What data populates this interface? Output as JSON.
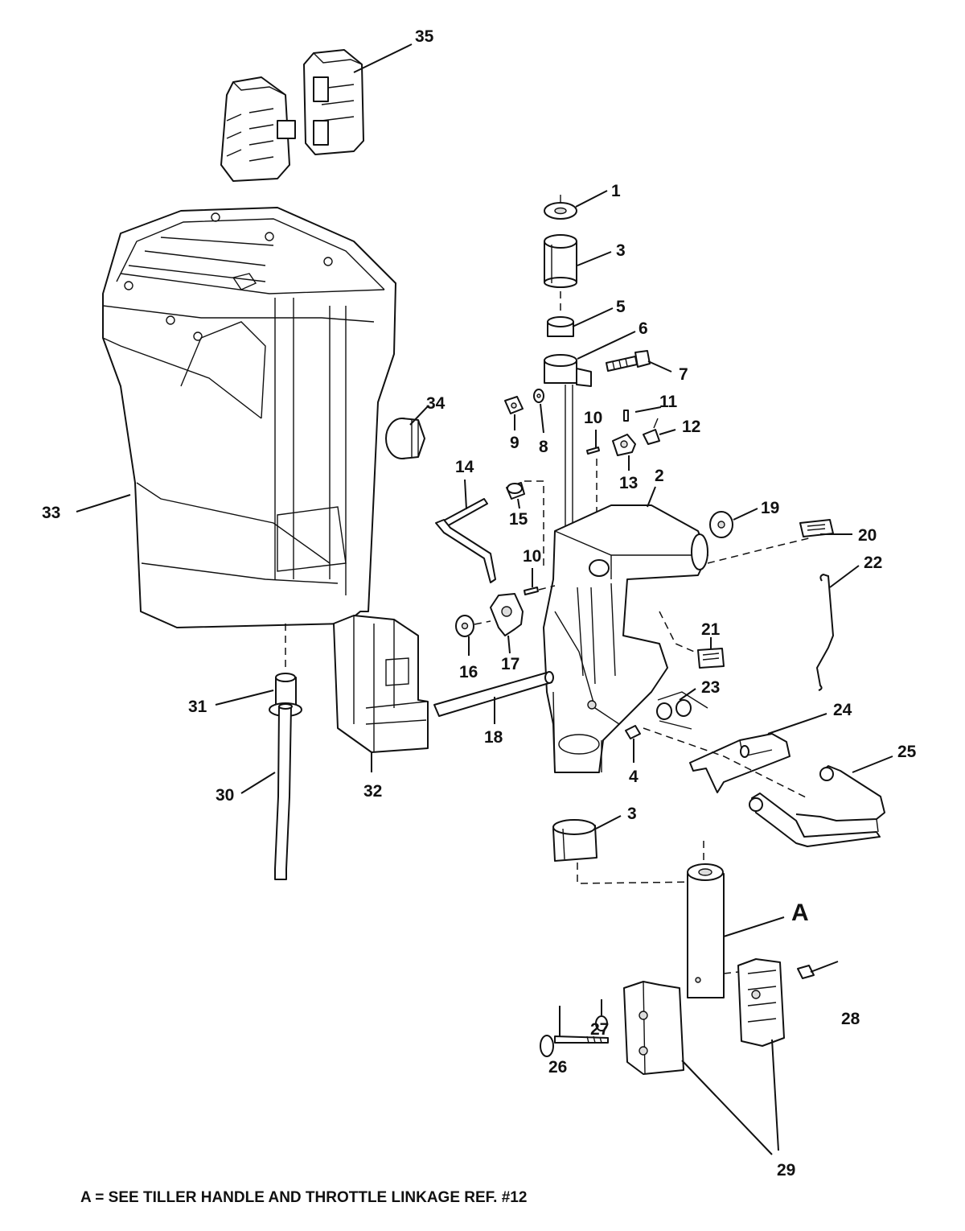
{
  "callouts": [
    {
      "id": "label-1",
      "text": "1"
    },
    {
      "id": "label-2",
      "text": "2"
    },
    {
      "id": "label-3-top",
      "text": "3"
    },
    {
      "id": "label-3-bottom",
      "text": "3"
    },
    {
      "id": "label-4",
      "text": "4"
    },
    {
      "id": "label-5",
      "text": "5"
    },
    {
      "id": "label-6",
      "text": "6"
    },
    {
      "id": "label-7",
      "text": "7"
    },
    {
      "id": "label-8",
      "text": "8"
    },
    {
      "id": "label-9",
      "text": "9"
    },
    {
      "id": "label-10-upper",
      "text": "10"
    },
    {
      "id": "label-10-lower",
      "text": "10"
    },
    {
      "id": "label-11",
      "text": "11"
    },
    {
      "id": "label-12",
      "text": "12"
    },
    {
      "id": "label-13",
      "text": "13"
    },
    {
      "id": "label-14",
      "text": "14"
    },
    {
      "id": "label-15",
      "text": "15"
    },
    {
      "id": "label-16",
      "text": "16"
    },
    {
      "id": "label-17",
      "text": "17"
    },
    {
      "id": "label-18",
      "text": "18"
    },
    {
      "id": "label-19",
      "text": "19"
    },
    {
      "id": "label-20",
      "text": "20"
    },
    {
      "id": "label-21",
      "text": "21"
    },
    {
      "id": "label-22",
      "text": "22"
    },
    {
      "id": "label-23",
      "text": "23"
    },
    {
      "id": "label-24",
      "text": "24"
    },
    {
      "id": "label-25",
      "text": "25"
    },
    {
      "id": "label-26",
      "text": "26"
    },
    {
      "id": "label-27",
      "text": "27"
    },
    {
      "id": "label-28",
      "text": "28"
    },
    {
      "id": "label-29",
      "text": "29"
    },
    {
      "id": "label-30",
      "text": "30"
    },
    {
      "id": "label-31",
      "text": "31"
    },
    {
      "id": "label-32",
      "text": "32"
    },
    {
      "id": "label-33",
      "text": "33"
    },
    {
      "id": "label-34",
      "text": "34"
    },
    {
      "id": "label-35",
      "text": "35"
    },
    {
      "id": "label-A",
      "text": "A"
    }
  ],
  "footnote": "A = SEE TILLER HANDLE AND THROTTLE LINKAGE REF. #12"
}
